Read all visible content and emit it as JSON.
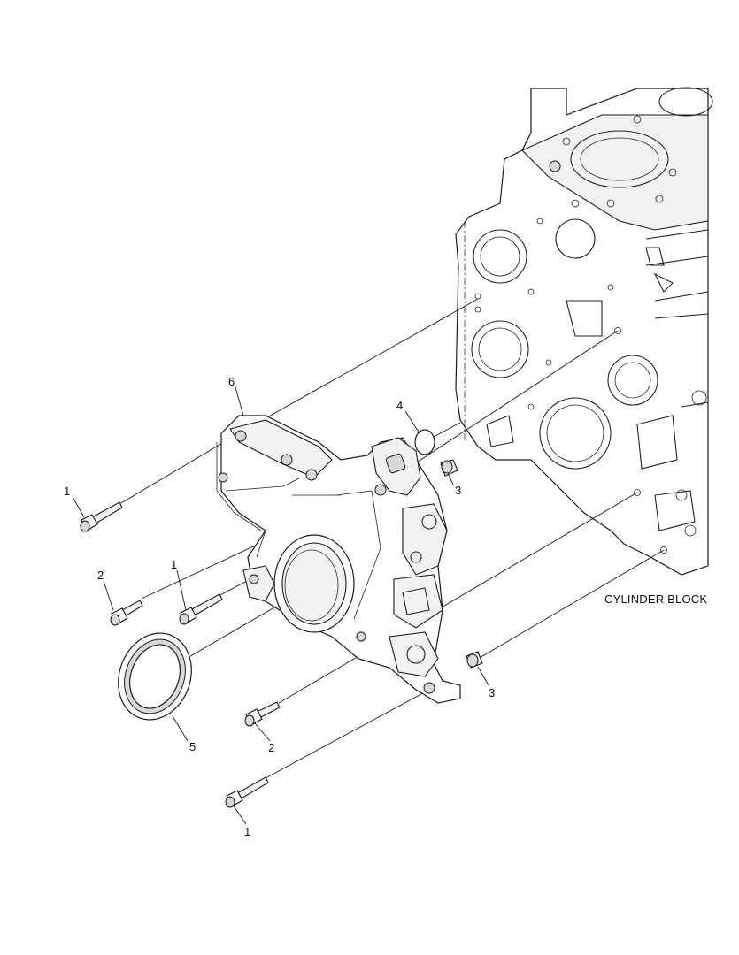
{
  "labels": {
    "block": "CYLINDER BLOCK"
  },
  "callouts": [
    {
      "id": "c1a",
      "text": "1"
    },
    {
      "id": "c2a",
      "text": "2"
    },
    {
      "id": "c1b",
      "text": "1"
    },
    {
      "id": "c6",
      "text": "6"
    },
    {
      "id": "c4",
      "text": "4"
    },
    {
      "id": "c3a",
      "text": "3"
    },
    {
      "id": "c5",
      "text": "5"
    },
    {
      "id": "c2b",
      "text": "2"
    },
    {
      "id": "c3b",
      "text": "3"
    },
    {
      "id": "c1c",
      "text": "1"
    }
  ]
}
